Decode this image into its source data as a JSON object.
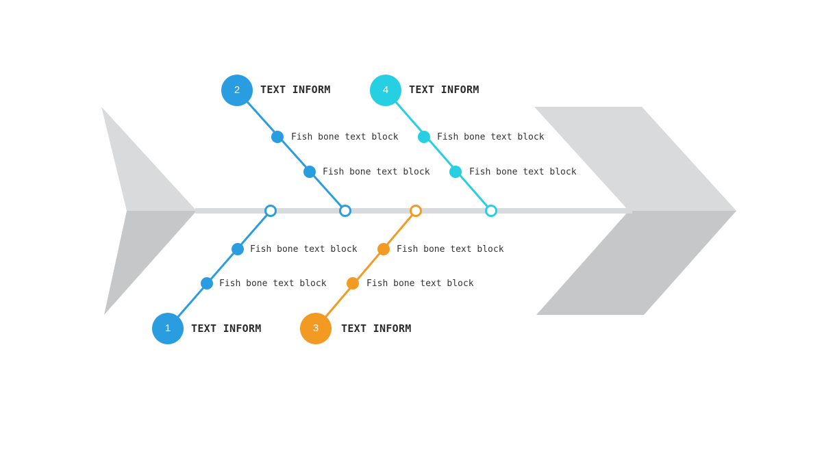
{
  "colors": {
    "blue": "#2a9de0",
    "cyan": "#26cfe2",
    "orange": "#f39a22",
    "spine": "#d9dadb",
    "shape_light": "#d9dadb",
    "shape_dark": "#c6c7c8"
  },
  "branches": [
    {
      "number": "1",
      "title": "TEXT INFORM",
      "color": "blue",
      "items": [
        "Fish bone text block",
        "Fish bone text block"
      ]
    },
    {
      "number": "2",
      "title": "TEXT INFORM",
      "color": "blue",
      "items": [
        "Fish bone text block",
        "Fish bone text block"
      ]
    },
    {
      "number": "3",
      "title": "TEXT INFORM",
      "color": "orange",
      "items": [
        "Fish bone text block",
        "Fish bone text block"
      ]
    },
    {
      "number": "4",
      "title": "TEXT INFORM",
      "color": "cyan",
      "items": [
        "Fish bone text block",
        "Fish bone text block"
      ]
    }
  ]
}
